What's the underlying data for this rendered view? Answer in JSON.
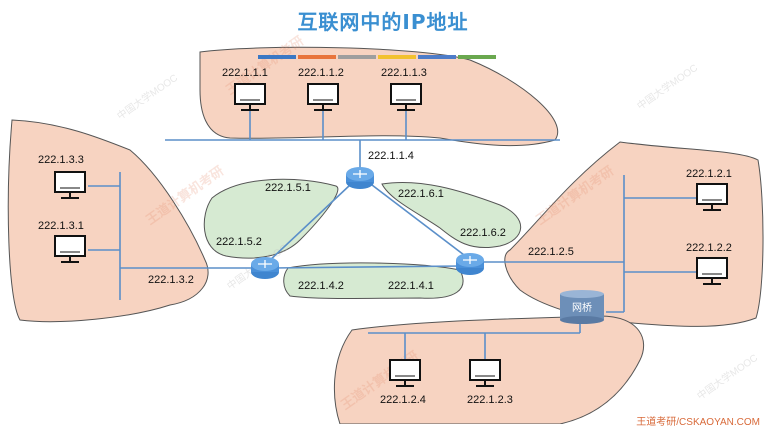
{
  "title": "互联网中的IP地址",
  "title_bar_colors": [
    "#3b78c4",
    "#e8743b",
    "#9e9e9e",
    "#f2c12e",
    "#4e7cc8",
    "#6aa84f"
  ],
  "colors": {
    "lan_fill": "#f7d3c1",
    "wan_fill": "#d6ead2",
    "link": "#5b8fc9",
    "router": "#4a90d9",
    "bridge": "#6d8fb8"
  },
  "networks": {
    "top": {
      "hosts": [
        "222.1.1.1",
        "222.1.1.2",
        "222.1.1.3"
      ],
      "router_if": "222.1.1.4"
    },
    "left": {
      "hosts": [
        "222.1.3.3",
        "222.1.3.1"
      ],
      "router_if": "222.1.3.2"
    },
    "right": {
      "hosts": [
        "222.1.2.1",
        "222.1.2.2"
      ],
      "router_if": "222.1.2.5"
    },
    "bottom": {
      "hosts": [
        "222.1.2.4",
        "222.1.2.3"
      ]
    },
    "wan": {
      "r1_r2": [
        "222.1.5.1",
        "222.1.5.2"
      ],
      "r1_r3": [
        "222.1.6.1",
        "222.1.6.2"
      ],
      "r2_r3": [
        "222.1.4.2",
        "222.1.4.1"
      ]
    }
  },
  "bridge_label": "网桥",
  "watermark": {
    "brand": "王道计算机考研",
    "course": "中国大学MOOC"
  },
  "footer": "王道考研/CSKAOYAN.COM"
}
